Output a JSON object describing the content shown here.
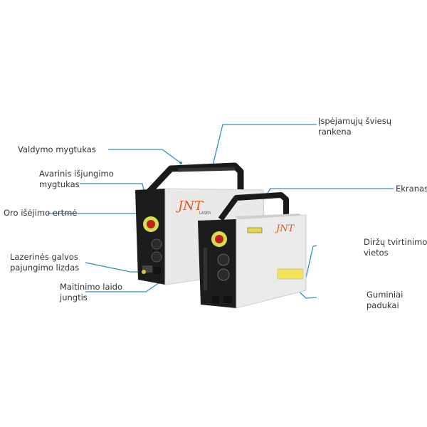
{
  "diagram": {
    "product_brand": "JNT",
    "product_brand_sub": "LASER",
    "leader_color": "#3a8fb7",
    "labels": {
      "control_button": "Valdymo mygtukas",
      "emergency_stop_line1": "Avarinis išjungimo",
      "emergency_stop_line2": "mygtukas",
      "air_outlet": "Oro išėjimo ertmė",
      "laser_head_port_line1": "Lazerinės galvos",
      "laser_head_port_line2": "pajungimo lizdas",
      "power_cord_line1": "Maitinimo laido",
      "power_cord_line2": "jungtis",
      "warning_light_handle_line1": "Įspėjamųjų šviesų",
      "warning_light_handle_line2": "rankena",
      "screen": "Ekranas",
      "strap_mounts_line1": "Diržų tvirtinimo",
      "strap_mounts_line2": "vietos",
      "rubber_feet_line1": "Guminiai",
      "rubber_feet_line2": "padukai"
    }
  }
}
